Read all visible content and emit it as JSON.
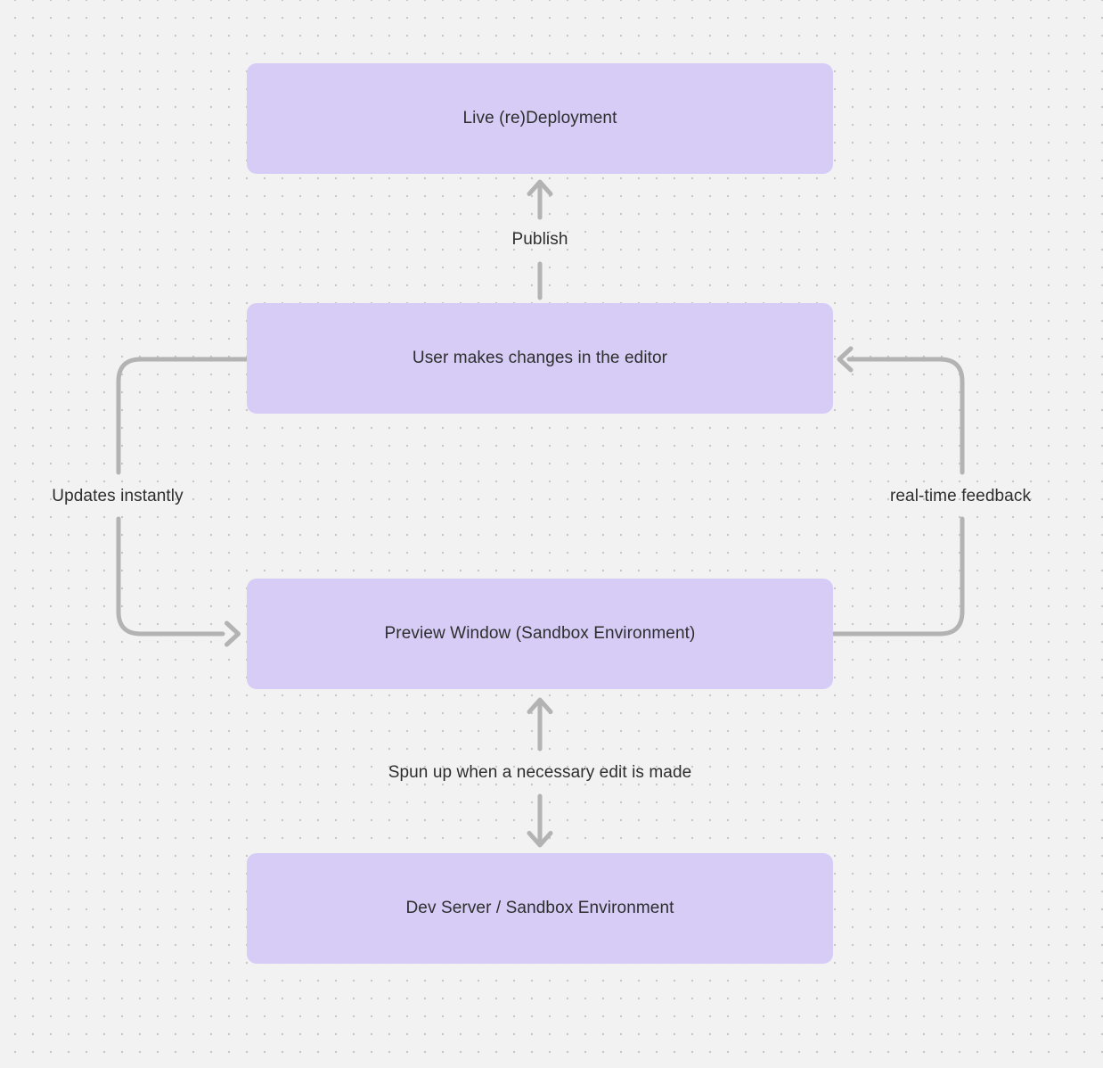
{
  "diagram": {
    "nodes": [
      {
        "id": "live-redeployment",
        "label": "Live (re)Deployment"
      },
      {
        "id": "editor-changes",
        "label": "User makes changes in the editor"
      },
      {
        "id": "preview-window",
        "label": "Preview Window (Sandbox Environment)"
      },
      {
        "id": "dev-server",
        "label": "Dev Server / Sandbox Environment"
      }
    ],
    "edge_labels": {
      "publish": "Publish",
      "updates_instantly": "Updates instantly",
      "realtime_feedback": "real-time feedback",
      "spun_up": "Spun up when a necessary edit is made"
    },
    "colors": {
      "background": "#f2f2f2",
      "grid_dot": "#c7c7c7",
      "node_fill": "#d7ccf6",
      "arrow": "#b3b3b3",
      "text": "#2e2e2e"
    }
  }
}
